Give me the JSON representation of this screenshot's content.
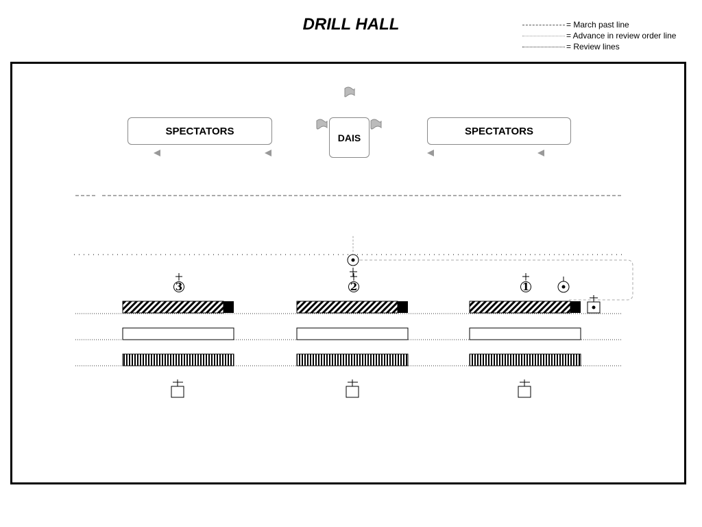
{
  "title": "DRILL HALL",
  "legend": {
    "march_past": "= March past line",
    "advance": "= Advance in review order line",
    "review": "= Review lines"
  },
  "spectators_left": "SPECTATORS",
  "spectators_right": "SPECTATORS",
  "dais": "DAIS",
  "flights": [
    {
      "number": "3",
      "marker": "3"
    },
    {
      "number": "2",
      "marker": "2"
    },
    {
      "number": "1",
      "marker": "1"
    }
  ],
  "colors": {
    "border": "#000000",
    "guide": "#999999",
    "line": "#555555"
  }
}
